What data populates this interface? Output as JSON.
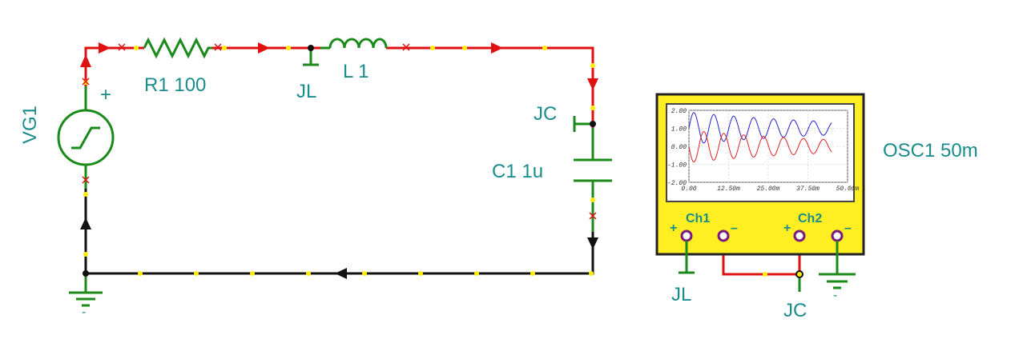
{
  "colors": {
    "wire_red": "#e01010",
    "wire_black": "#111111",
    "component_green": "#1a8a1a",
    "label_teal": "#1a8c8c",
    "node_yellow": "#ffee00",
    "scope_body": "#ffee22",
    "trace_ch1": "#2222cc",
    "trace_ch2": "#dd2222"
  },
  "labels": {
    "vg1": "VG1",
    "vg1_plus": "+",
    "r1": "R1 100",
    "jl_top": "JL",
    "l1": "L 1",
    "jc_right": "JC",
    "c1": "C1 1u",
    "osc1": "OSC1 50m",
    "ch1": "Ch1",
    "ch2": "Ch2",
    "ch1_plus": "+",
    "ch1_minus": "–",
    "ch2_plus": "+",
    "ch2_minus": "–",
    "jl_scope": "JL",
    "jc_scope": "JC",
    "gnd_minus_left": "-",
    "gnd_minus_right": "-"
  },
  "icons": [
    "voltage-generator-step-icon",
    "resistor-icon",
    "inductor-icon",
    "capacitor-icon",
    "ground-icon",
    "oscilloscope-icon"
  ],
  "chart_data": {
    "type": "line",
    "x_ticks": [
      "0.00",
      "12.50m",
      "25.00m",
      "37.50m",
      "50.00m"
    ],
    "y_ticks": [
      "2.00",
      "1.00",
      "0.00",
      "-1.00",
      "-2.00"
    ],
    "xlim": [
      0,
      0.05
    ],
    "ylim": [
      -2,
      2
    ],
    "series": [
      {
        "channel": "Ch1",
        "offset": 1.0,
        "amplitude": 0.9,
        "decay": 0.05,
        "period": 0.00628,
        "phase": 0,
        "x_end": 0.045
      },
      {
        "channel": "Ch2",
        "offset": 0.0,
        "amplitude": 0.9,
        "decay": 0.05,
        "period": 0.00628,
        "phase": 3.14159,
        "x_end": 0.045
      }
    ]
  }
}
